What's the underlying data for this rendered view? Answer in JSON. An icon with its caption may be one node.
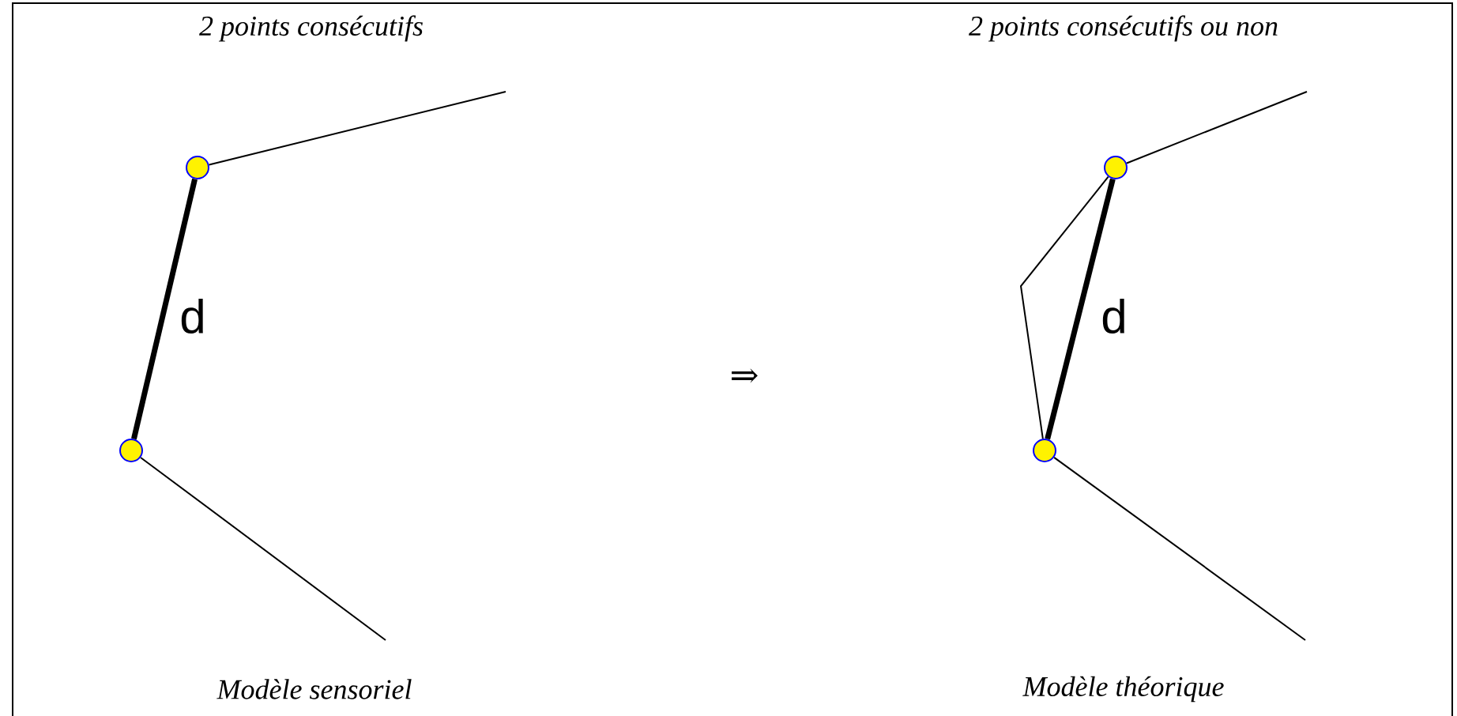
{
  "diagram": {
    "nodes": [
      {
        "text": [],
        "shape": "circle"
      },
      {
        "text": [],
        "shape": "circle"
      },
      {
        "text": [],
        "shape": "circle"
      },
      {
        "text": [],
        "shape": "circle"
      }
    ],
    "edges": [
      {
        "from": 0,
        "to": 1,
        "arrow": "none",
        "style": "thick",
        "label": "d"
      },
      {
        "from": null,
        "to": 0,
        "arrow": "none"
      },
      {
        "from": 1,
        "to": null,
        "arrow": "none"
      },
      {
        "from": 2,
        "to": 3,
        "arrow": "none",
        "style": "thick",
        "label": "d"
      },
      {
        "from": 2,
        "to": 3,
        "arrow": "none"
      },
      {
        "from": null,
        "to": 2,
        "arrow": "none"
      },
      {
        "from": 3,
        "to": null,
        "arrow": "none"
      }
    ],
    "labels": [
      "2 points consécutifs",
      "2 points consécutifs ou non",
      "⇒",
      "Modèle sensoriel",
      "Modèle théorique"
    ]
  }
}
